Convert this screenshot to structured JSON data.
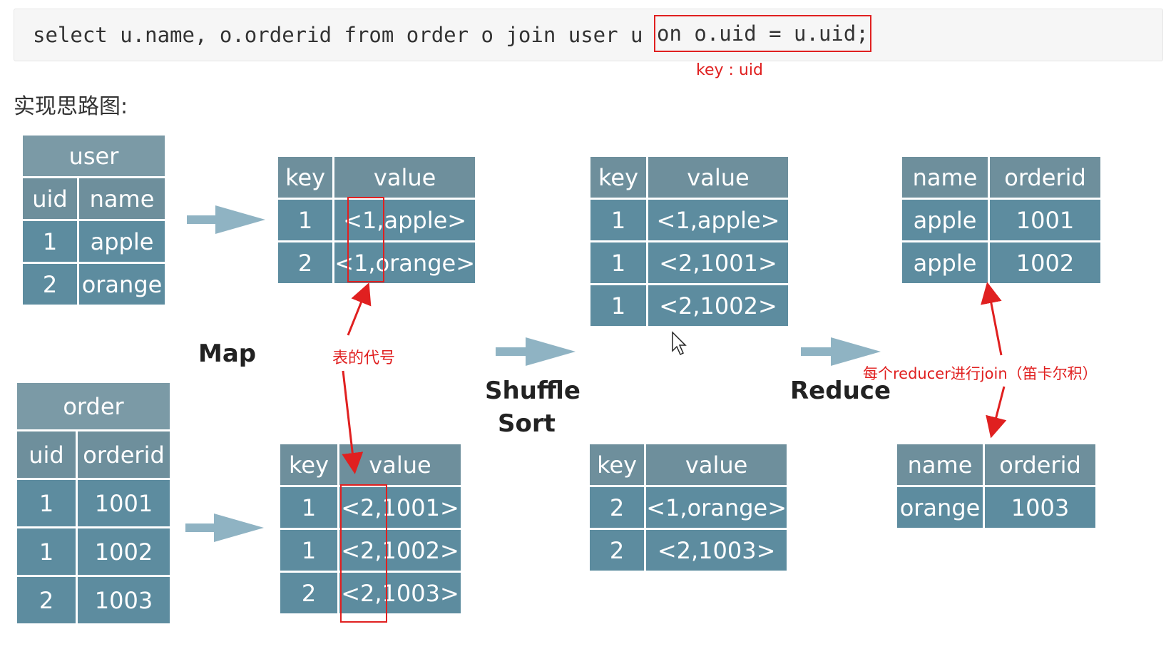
{
  "code": {
    "prefix": "select u.name, o.orderid from order o join user u ",
    "highlight": "on o.uid = u.uid;"
  },
  "key_note": "key : uid",
  "heading": "实现思路图:",
  "user_table": {
    "title": "user",
    "headers": [
      "uid",
      "name"
    ],
    "rows": [
      [
        "1",
        "apple"
      ],
      [
        "2",
        "orange"
      ]
    ]
  },
  "order_table": {
    "title": "order",
    "headers": [
      "uid",
      "orderid"
    ],
    "rows": [
      [
        "1",
        "1001"
      ],
      [
        "1",
        "1002"
      ],
      [
        "2",
        "1003"
      ]
    ]
  },
  "map_user": {
    "headers": [
      "key",
      "value"
    ],
    "rows": [
      [
        "1",
        "<1,apple>"
      ],
      [
        "2",
        "<1,orange>"
      ]
    ]
  },
  "map_order": {
    "headers": [
      "key",
      "value"
    ],
    "rows": [
      [
        "1",
        "<2,1001>"
      ],
      [
        "1",
        "<2,1002>"
      ],
      [
        "2",
        "<2,1003>"
      ]
    ]
  },
  "shuffle_1": {
    "headers": [
      "key",
      "value"
    ],
    "rows": [
      [
        "1",
        "<1,apple>"
      ],
      [
        "1",
        "<2,1001>"
      ],
      [
        "1",
        "<2,1002>"
      ]
    ]
  },
  "shuffle_2": {
    "headers": [
      "key",
      "value"
    ],
    "rows": [
      [
        "2",
        "<1,orange>"
      ],
      [
        "2",
        "<2,1003>"
      ]
    ]
  },
  "reduce_1": {
    "headers": [
      "name",
      "orderid"
    ],
    "rows": [
      [
        "apple",
        "1001"
      ],
      [
        "apple",
        "1002"
      ]
    ]
  },
  "reduce_2": {
    "headers": [
      "name",
      "orderid"
    ],
    "rows": [
      [
        "orange",
        "1003"
      ]
    ]
  },
  "labels": {
    "map": "Map",
    "shuffle": "Shuffle",
    "sort": "Sort",
    "reduce": "Reduce"
  },
  "annotations": {
    "table_code": "表的代号",
    "reducer_join": "每个reducer进行join（笛卡尔积）"
  },
  "colors": {
    "cell": "#5d8c9f",
    "header": "#6e8f9c",
    "flow_arrow": "#8fb3c3",
    "annotation": "#e02020"
  }
}
